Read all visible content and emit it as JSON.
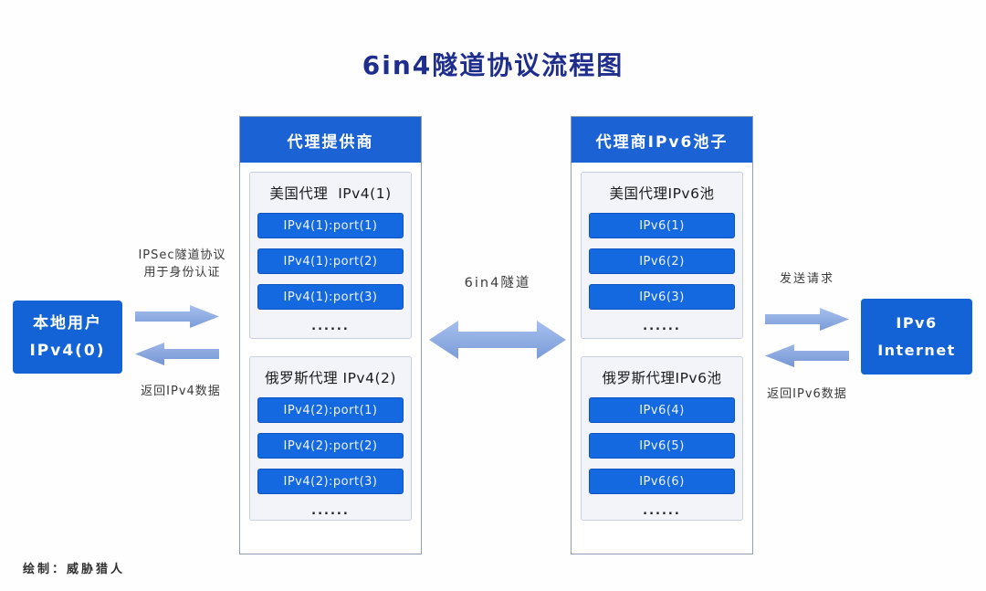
{
  "title": "6in4隧道协议流程图",
  "local_user": {
    "line1": "本地用户",
    "line2": "IPv4(0)"
  },
  "left_flow": {
    "top_label_line1": "IPSec隧道协议",
    "top_label_line2": "用于身份认证",
    "bottom_label": "返回IPv4数据"
  },
  "provider_column": {
    "header": "代理提供商",
    "groups": [
      {
        "title": "美国代理  IPv4(1)",
        "items": [
          "IPv4(1):port(1)",
          "IPv4(1):port(2)",
          "IPv4(1):port(3)"
        ],
        "more": "......"
      },
      {
        "title": "俄罗斯代理 IPv4(2)",
        "items": [
          "IPv4(2):port(1)",
          "IPv4(2):port(2)",
          "IPv4(2):port(3)"
        ],
        "more": "......"
      }
    ]
  },
  "tunnel_label": "6in4隧道",
  "pool_column": {
    "header": "代理商IPv6池子",
    "groups": [
      {
        "title": "美国代理IPv6池",
        "items": [
          "IPv6(1)",
          "IPv6(2)",
          "IPv6(3)"
        ],
        "more": "......"
      },
      {
        "title": "俄罗斯代理IPv6池",
        "items": [
          "IPv6(4)",
          "IPv6(5)",
          "IPv6(6)"
        ],
        "more": "......"
      }
    ]
  },
  "right_flow": {
    "top_label": "发送请求",
    "bottom_label": "返回IPv6数据"
  },
  "internet": {
    "line1": "IPv6",
    "line2": "Internet"
  },
  "credit": "绘制：威胁猎人",
  "colors": {
    "accent_blue": "#1463d6",
    "item_blue": "#1569e0",
    "arrow_blue": "#8cabe2",
    "title_navy": "#1f2e8c"
  }
}
